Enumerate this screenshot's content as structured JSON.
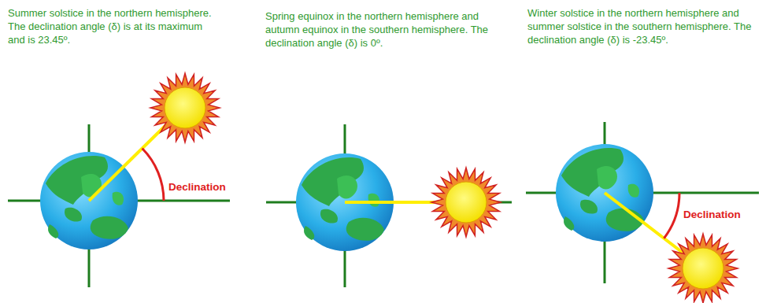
{
  "diagram": {
    "labels": [
      "Summer solstice in the northern hemisphere. The declination angle (δ) is at its maximum and is 23.45º.",
      "Spring equinox in the northern hemisphere and autumn equinox in the southern hemisphere. The declination angle (δ) is 0º.",
      "Winter solstice in the northern hemisphere and summer solstice in the southern hemisphere. The declination angle (δ) is -23.45º.",
      "Declination",
      "Declination"
    ]
  }
}
